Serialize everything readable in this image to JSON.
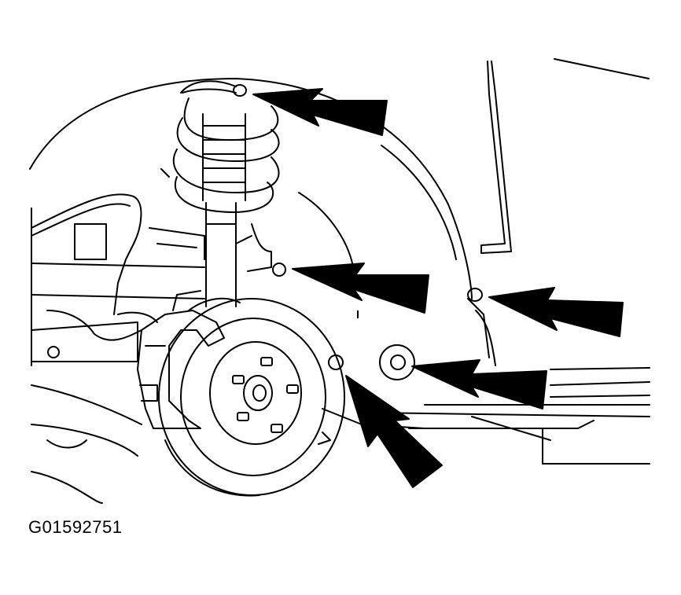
{
  "figure": {
    "id_label": "G01592751"
  },
  "colors": {
    "ink": "#000000",
    "paper": "#ffffff"
  },
  "callouts": [
    {
      "name": "fastener-top-inner-fender",
      "icon": "arrow-icon"
    },
    {
      "name": "fastener-near-strut",
      "icon": "arrow-icon"
    },
    {
      "name": "fastener-fender-flange",
      "icon": "arrow-icon"
    },
    {
      "name": "fastener-lower-center",
      "icon": "arrow-icon"
    },
    {
      "name": "fastener-lower-grommet",
      "icon": "arrow-icon"
    }
  ]
}
